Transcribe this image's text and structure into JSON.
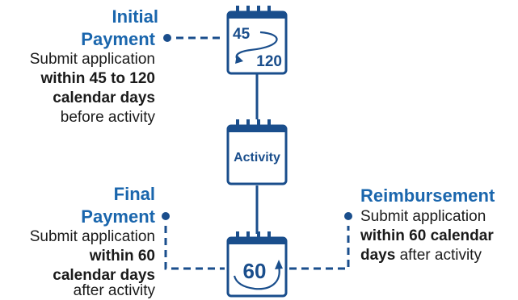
{
  "initial": {
    "title_line1": "Initial",
    "title_line2": "Payment",
    "line1": "Submit application",
    "line2_bold": "within 45 to 120",
    "line3_bold": "calendar days",
    "line4": "before activity"
  },
  "final": {
    "title_line1": "Final",
    "title_line2": "Payment",
    "line1": "Submit application",
    "line2_bold": "within 60",
    "line3_bold": "calendar days",
    "line4": "after activity"
  },
  "reimbursement": {
    "title": "Reimbursement",
    "line1": "Submit application",
    "line2_bold": "within 60 calendar",
    "line3_bold": "days",
    "line3_rest": " after activity"
  },
  "calendars": {
    "top_number_a": "45",
    "top_number_b": "120",
    "middle_label": "Activity",
    "bottom_number": "60"
  },
  "colors": {
    "title_blue": "#1a66ad",
    "line_navy": "#1a4e8c",
    "text": "#1a1a1a"
  }
}
